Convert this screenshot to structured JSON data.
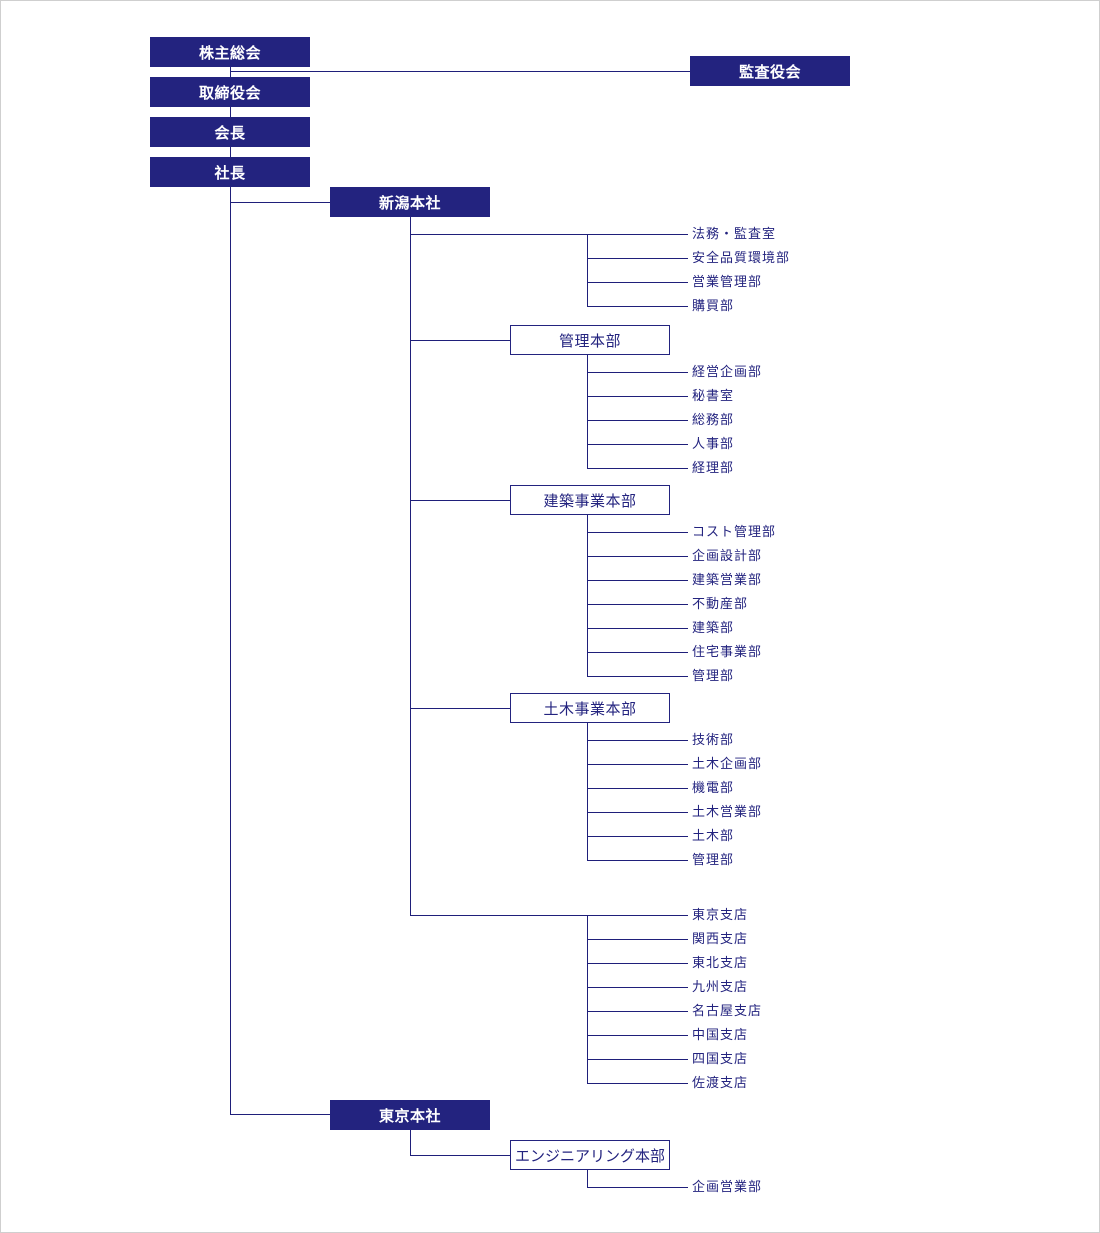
{
  "colors": {
    "primary": "#23237f",
    "line": "#1f1f7a",
    "background": "#ffffff"
  },
  "top": {
    "shareholders": "株主総会",
    "board": "取締役会",
    "chairman": "会長",
    "president": "社長",
    "auditors": "監査役会"
  },
  "niigata": {
    "title": "新潟本社",
    "direct": [
      "法務・監査室",
      "安全品質環境部",
      "営業管理部",
      "購買部"
    ],
    "admin": {
      "title": "管理本部",
      "items": [
        "経営企画部",
        "秘書室",
        "総務部",
        "人事部",
        "経理部"
      ]
    },
    "construction": {
      "title": "建築事業本部",
      "items": [
        "コスト管理部",
        "企画設計部",
        "建築営業部",
        "不動産部",
        "建築部",
        "住宅事業部",
        "管理部"
      ]
    },
    "civil": {
      "title": "土木事業本部",
      "items": [
        "技術部",
        "土木企画部",
        "機電部",
        "土木営業部",
        "土木部",
        "管理部"
      ]
    },
    "branches": [
      "東京支店",
      "関西支店",
      "東北支店",
      "九州支店",
      "名古屋支店",
      "中国支店",
      "四国支店",
      "佐渡支店"
    ]
  },
  "tokyo": {
    "title": "東京本社",
    "engineering": {
      "title": "エンジニアリング本部",
      "items": [
        "企画営業部"
      ]
    }
  }
}
